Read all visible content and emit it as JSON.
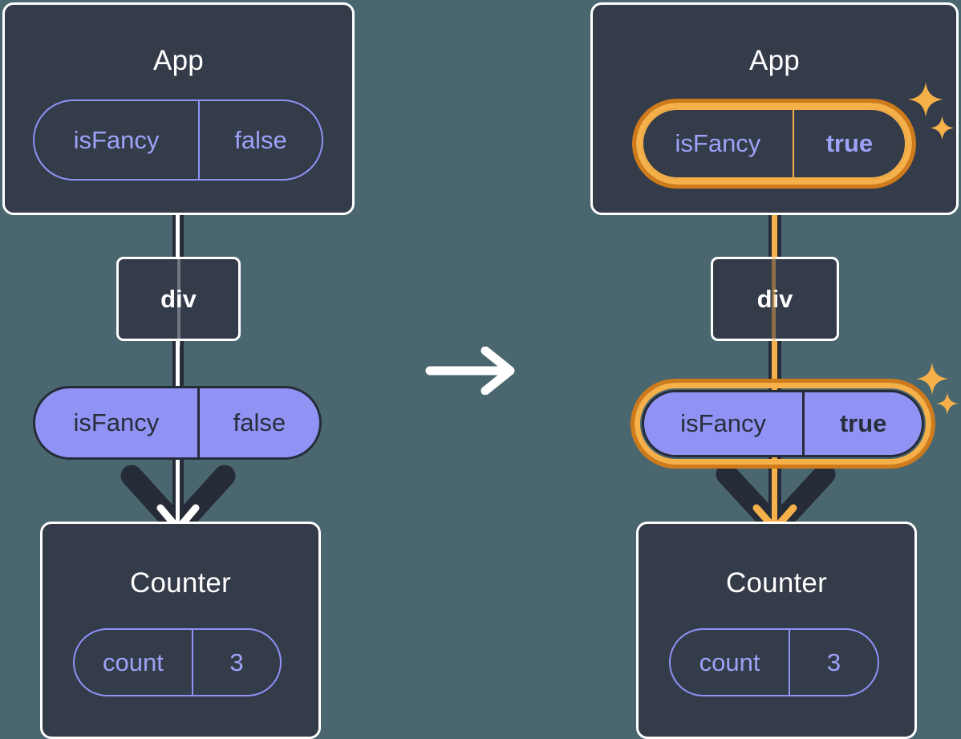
{
  "meta": {
    "background_color": "#4a6770",
    "card_color": "#343b49",
    "pill_purple": "#9093f4",
    "pill_outline_color": "#8f92f7",
    "highlight_orange_light": "#f5b049",
    "highlight_orange_dark": "#cf7b1c",
    "connector_dark": "#262b38",
    "connector_light": "#ffffff"
  },
  "transition": {
    "icon": "arrow-right-icon",
    "label": "then"
  },
  "panels": [
    {
      "id": "before",
      "app": {
        "title": "App",
        "state_pill": {
          "key": "isFancy",
          "value": "false",
          "highlighted": false,
          "value_bold": false
        }
      },
      "node": {
        "label": "div"
      },
      "props_pill": {
        "key": "isFancy",
        "value": "false",
        "highlighted": false,
        "value_bold": false
      },
      "counter": {
        "title": "Counter",
        "state_pill": {
          "key": "count",
          "value": "3",
          "highlighted": false,
          "value_bold": false
        }
      },
      "sparkles": []
    },
    {
      "id": "after",
      "app": {
        "title": "App",
        "state_pill": {
          "key": "isFancy",
          "value": "true",
          "highlighted": true,
          "value_bold": true
        }
      },
      "node": {
        "label": "div"
      },
      "props_pill": {
        "key": "isFancy",
        "value": "true",
        "highlighted": true,
        "value_bold": true
      },
      "counter": {
        "title": "Counter",
        "state_pill": {
          "key": "count",
          "value": "3",
          "highlighted": false,
          "value_bold": false
        }
      },
      "sparkles": [
        "sparkle-large",
        "sparkle-small",
        "sparkle-large",
        "sparkle-small"
      ]
    }
  ]
}
